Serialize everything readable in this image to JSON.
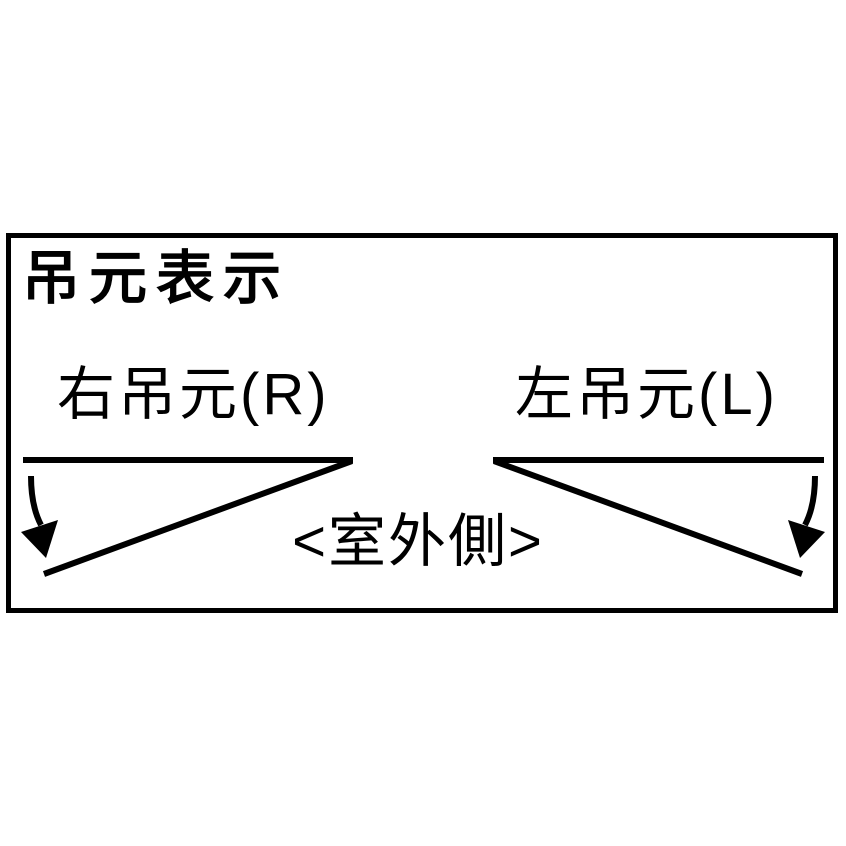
{
  "panel": {
    "title": "吊元表示",
    "labels": {
      "right_hinge": "右吊元(R)",
      "left_hinge": "左吊元(L)",
      "outdoor_side": "<室外側>"
    }
  },
  "diagram": {
    "right_hinge": {
      "hinge_side": "right",
      "swing": "outward-down",
      "arrow": "curved-down-arrow"
    },
    "left_hinge": {
      "hinge_side": "left",
      "swing": "outward-down",
      "arrow": "curved-down-arrow"
    }
  },
  "colors": {
    "line": "#000000",
    "background": "#ffffff"
  }
}
